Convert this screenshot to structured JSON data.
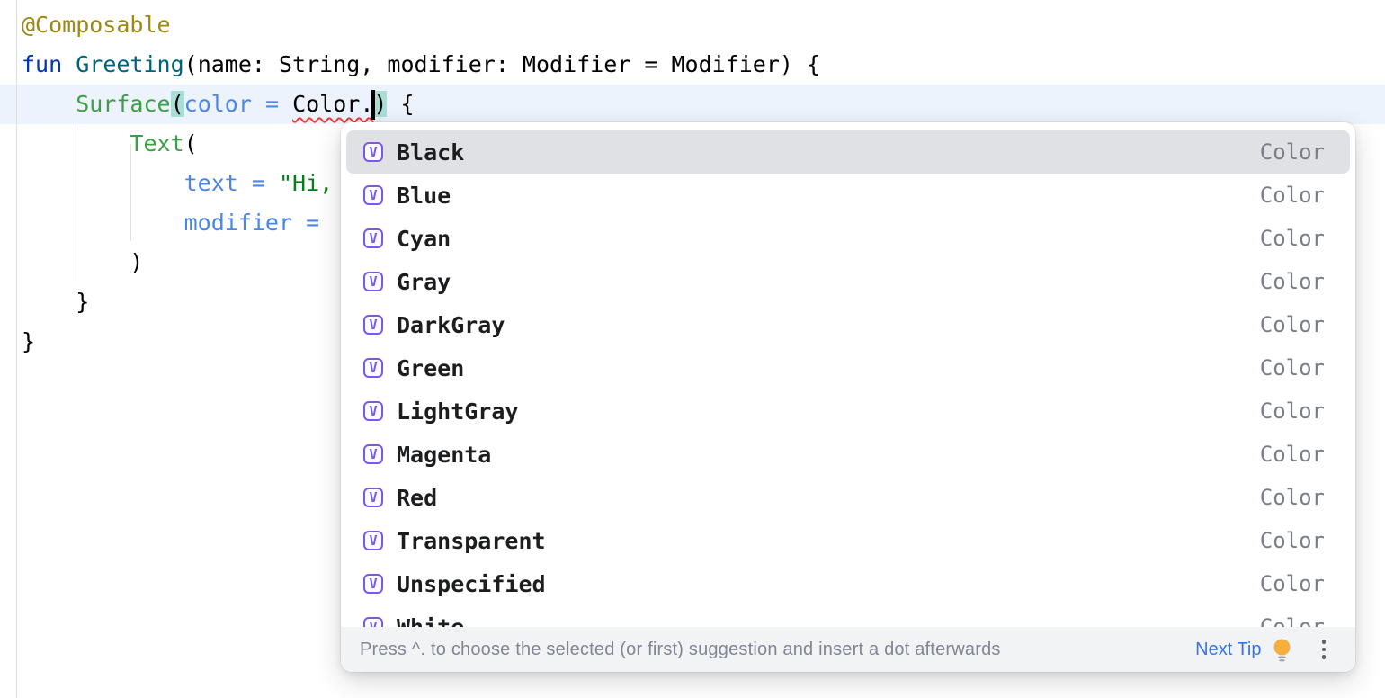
{
  "editor": {
    "code_lines": [
      {
        "tokens": [
          [
            "annotation",
            "@Composable"
          ]
        ]
      },
      {
        "tokens": [
          [
            "keyword",
            "fun"
          ],
          [
            "plain",
            " "
          ],
          [
            "func_decl",
            "Greeting"
          ],
          [
            "plain",
            "(name: String, modifier: Modifier = Modifier) {"
          ]
        ]
      },
      {
        "tokens": [
          [
            "plain",
            "    "
          ],
          [
            "composable",
            "Surface"
          ],
          [
            "brace_match",
            "("
          ],
          [
            "named_arg",
            "color ="
          ],
          [
            "plain",
            " "
          ],
          [
            "error",
            "Color."
          ],
          [
            "caret",
            ""
          ],
          [
            "brace_match",
            ")"
          ],
          [
            "plain",
            " {"
          ]
        ]
      },
      {
        "tokens": [
          [
            "plain",
            "        "
          ],
          [
            "composable",
            "Text"
          ],
          [
            "plain",
            "("
          ]
        ]
      },
      {
        "tokens": [
          [
            "plain",
            "            "
          ],
          [
            "named_arg",
            "text ="
          ],
          [
            "plain",
            " "
          ],
          [
            "string",
            "\"Hi,"
          ]
        ]
      },
      {
        "tokens": [
          [
            "plain",
            "            "
          ],
          [
            "named_arg",
            "modifier ="
          ],
          [
            "plain",
            " "
          ]
        ]
      },
      {
        "tokens": [
          [
            "plain",
            "        )"
          ]
        ]
      },
      {
        "tokens": [
          [
            "plain",
            "    }"
          ]
        ]
      },
      {
        "tokens": [
          [
            "plain",
            "}"
          ]
        ]
      }
    ]
  },
  "completion": {
    "selected_index": 0,
    "icon_letter": "V",
    "items": [
      {
        "label": "Black",
        "type": "Color"
      },
      {
        "label": "Blue",
        "type": "Color"
      },
      {
        "label": "Cyan",
        "type": "Color"
      },
      {
        "label": "Gray",
        "type": "Color"
      },
      {
        "label": "DarkGray",
        "type": "Color"
      },
      {
        "label": "Green",
        "type": "Color"
      },
      {
        "label": "LightGray",
        "type": "Color"
      },
      {
        "label": "Magenta",
        "type": "Color"
      },
      {
        "label": "Red",
        "type": "Color"
      },
      {
        "label": "Transparent",
        "type": "Color"
      },
      {
        "label": "Unspecified",
        "type": "Color"
      },
      {
        "label": "White",
        "type": "Color"
      }
    ],
    "hint": {
      "text": "Press ^. to choose the selected (or first) suggestion and insert a dot afterwards",
      "link_label": "Next Tip"
    }
  },
  "colors": {
    "annotation": "#9E880D",
    "keyword": "#0033B3",
    "func_decl": "#00627A",
    "composable": "#3C9E45",
    "named_arg": "#4A86E8",
    "string": "#067D17",
    "plain": "#000000",
    "brace_match_bg": "#A9DED7",
    "caret_line_bg": "#EDF3FC",
    "error_underline": "#F23B3B",
    "gutter_line": "#DCDEE2",
    "indent_guide": "#DDDFE3",
    "popup_bg": "#FFFFFF",
    "sel_row": "#DFE1E5",
    "item_text": "#1C1D1F",
    "type_label": "#7A7E87",
    "icon_purple": "#7A58EE",
    "icon_bg": "#FBFAFF",
    "hint_bar_bg": "#F2F3F5",
    "hint_text": "#818594",
    "link": "#3574F0",
    "bulb": "#F6AE3C",
    "kebab": "#5F6368"
  }
}
